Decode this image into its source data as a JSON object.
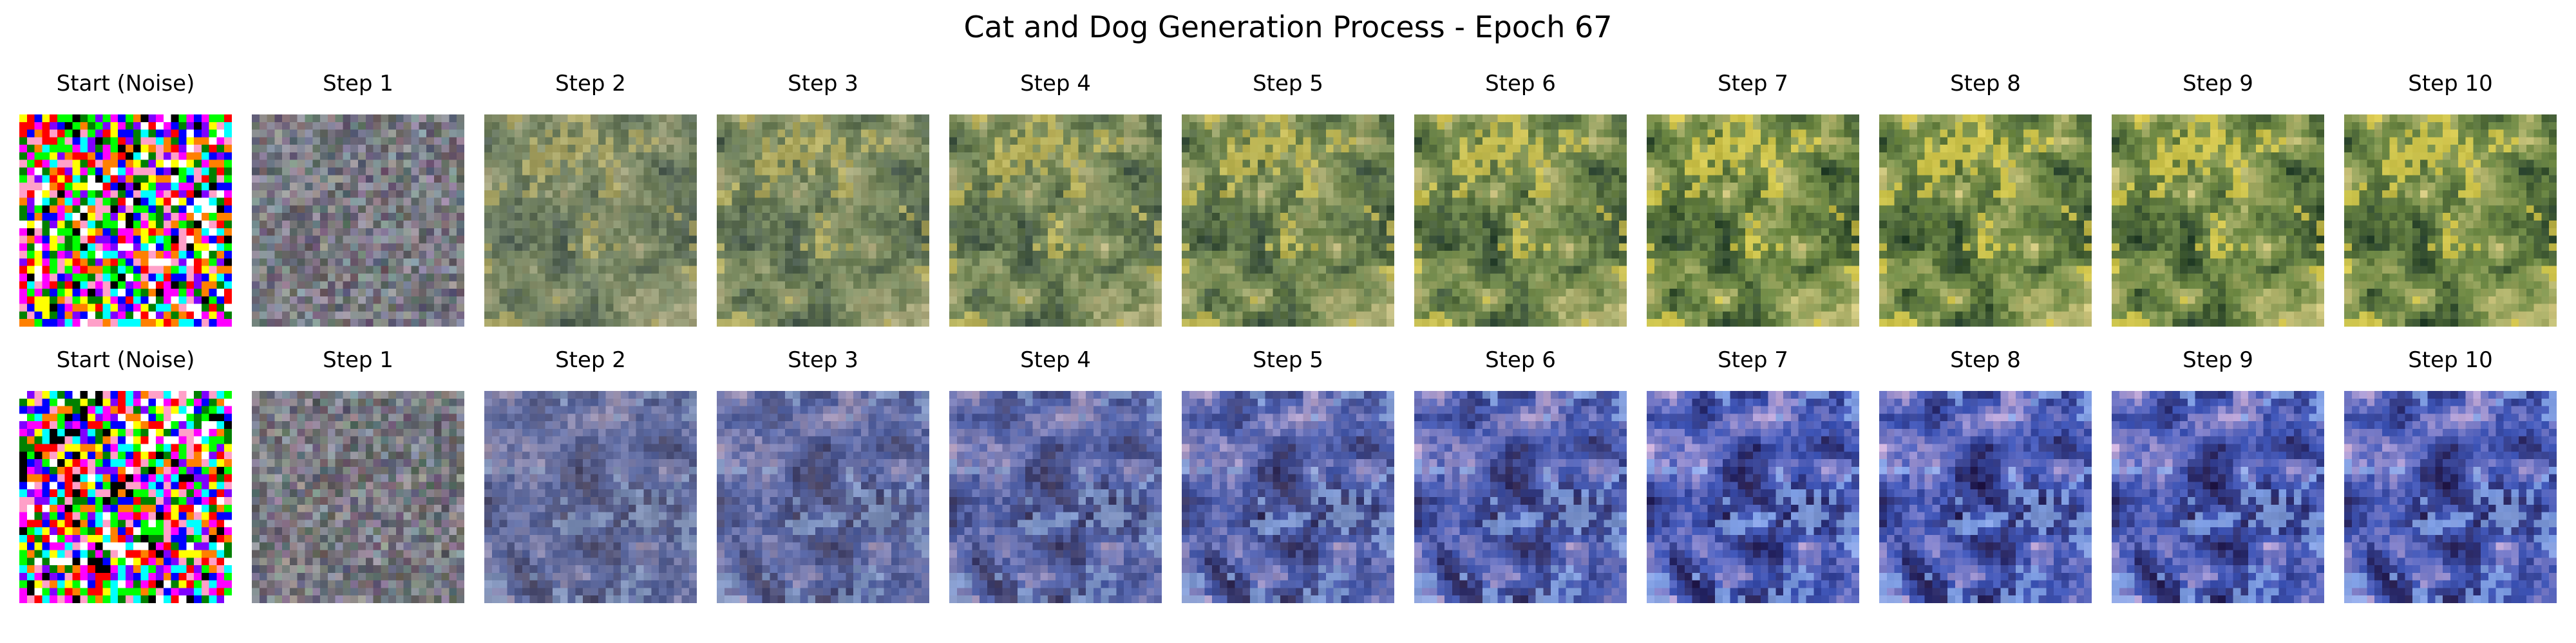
{
  "figure": {
    "title": "Cat and Dog Generation Process - Epoch 67"
  },
  "rows": [
    {
      "panels": [
        {
          "label": "Start (Noise)",
          "stage": 0
        },
        {
          "label": "Step 1",
          "stage": 1
        },
        {
          "label": "Step 2",
          "stage": 2
        },
        {
          "label": "Step 3",
          "stage": 3
        },
        {
          "label": "Step 4",
          "stage": 4
        },
        {
          "label": "Step 5",
          "stage": 5
        },
        {
          "label": "Step 6",
          "stage": 6
        },
        {
          "label": "Step 7",
          "stage": 7
        },
        {
          "label": "Step 8",
          "stage": 8
        },
        {
          "label": "Step 9",
          "stage": 9
        },
        {
          "label": "Step 10",
          "stage": 10
        }
      ],
      "palette": {
        "base": "#6f8a45",
        "dark": "#26402a",
        "light": "#c8c27a",
        "accent": "#e6d24a"
      }
    },
    {
      "panels": [
        {
          "label": "Start (Noise)",
          "stage": 0
        },
        {
          "label": "Step 1",
          "stage": 1
        },
        {
          "label": "Step 2",
          "stage": 2
        },
        {
          "label": "Step 3",
          "stage": 3
        },
        {
          "label": "Step 4",
          "stage": 4
        },
        {
          "label": "Step 5",
          "stage": 5
        },
        {
          "label": "Step 6",
          "stage": 6
        },
        {
          "label": "Step 7",
          "stage": 7
        },
        {
          "label": "Step 8",
          "stage": 8
        },
        {
          "label": "Step 9",
          "stage": 9
        },
        {
          "label": "Step 10",
          "stage": 10
        }
      ],
      "palette": {
        "base": "#3f56b8",
        "dark": "#241a4a",
        "light": "#b7a3d6",
        "accent": "#8fb2f0"
      }
    }
  ]
}
